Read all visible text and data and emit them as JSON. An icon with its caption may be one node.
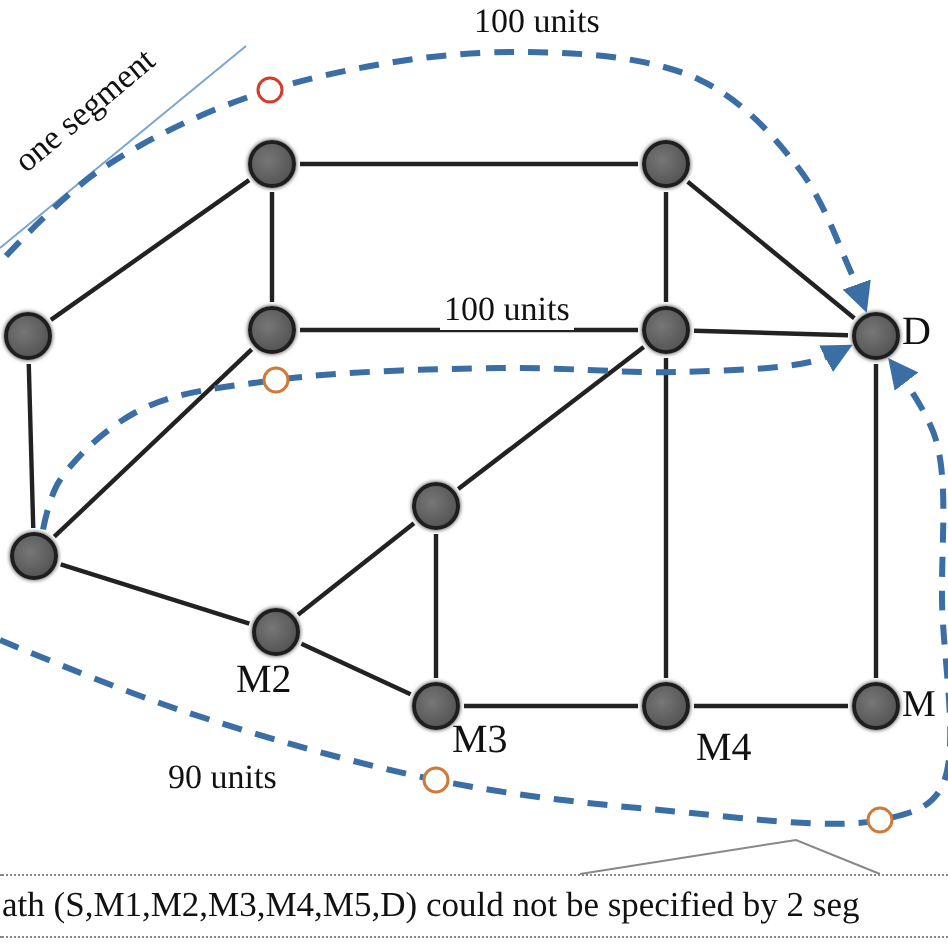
{
  "diagram": {
    "nodes": [
      {
        "text": [],
        "shape": "circle"
      },
      {
        "text": [],
        "shape": "circle"
      },
      {
        "text": [],
        "shape": "circle"
      },
      {
        "text": [],
        "shape": "circle"
      },
      {
        "text": [],
        "shape": "circle"
      },
      {
        "text": [],
        "shape": "circle",
        "beside": [
          "D"
        ]
      },
      {
        "text": [],
        "shape": "circle"
      },
      {
        "text": [],
        "shape": "circle"
      },
      {
        "text": [],
        "shape": "circle",
        "beside": [
          "M2"
        ]
      },
      {
        "text": [],
        "shape": "circle",
        "beside": [
          "M3"
        ]
      },
      {
        "text": [],
        "shape": "circle",
        "beside": [
          "M4"
        ]
      },
      {
        "text": [],
        "shape": "circle",
        "beside": [
          "M"
        ]
      },
      {
        "text": [
          "ath (S,M1,M2,M3,M4,M5,D) could not be specified by 2 seg"
        ]
      }
    ],
    "edges": [
      {
        "from": 0,
        "to": 1,
        "arrow": "none"
      },
      {
        "from": 0,
        "to": 2,
        "arrow": "none"
      },
      {
        "from": 0,
        "to": 3,
        "arrow": "none"
      },
      {
        "from": 1,
        "to": 4,
        "arrow": "none"
      },
      {
        "from": 1,
        "to": 5,
        "arrow": "none"
      },
      {
        "from": 3,
        "to": 4,
        "arrow": "none"
      },
      {
        "from": 4,
        "to": 5,
        "arrow": "none"
      },
      {
        "from": 2,
        "to": 6,
        "arrow": "none"
      },
      {
        "from": 3,
        "to": 6,
        "arrow": "none"
      },
      {
        "from": 6,
        "to": 8,
        "arrow": "none"
      },
      {
        "from": 8,
        "to": 7,
        "arrow": "none"
      },
      {
        "from": 8,
        "to": 9,
        "arrow": "none"
      },
      {
        "from": 7,
        "to": 9,
        "arrow": "none"
      },
      {
        "from": 7,
        "to": 4,
        "arrow": "none"
      },
      {
        "from": 4,
        "to": 10,
        "arrow": "none"
      },
      {
        "from": 5,
        "to": 11,
        "arrow": "none"
      },
      {
        "from": 9,
        "to": 10,
        "arrow": "none"
      },
      {
        "from": 10,
        "to": 11,
        "arrow": "none"
      },
      {
        "from": null,
        "to": 5,
        "arrow": "to",
        "label": "100 units",
        "style": "dashed",
        "color": "#3a6ea5"
      },
      {
        "from": 6,
        "to": 5,
        "arrow": "to",
        "label": "100 units",
        "style": "dashed",
        "color": "#3a6ea5"
      },
      {
        "from": null,
        "to": 5,
        "arrow": "to",
        "label": "90 units",
        "style": "dashed",
        "color": "#3a6ea5"
      }
    ],
    "labels": [
      "one segment"
    ]
  }
}
